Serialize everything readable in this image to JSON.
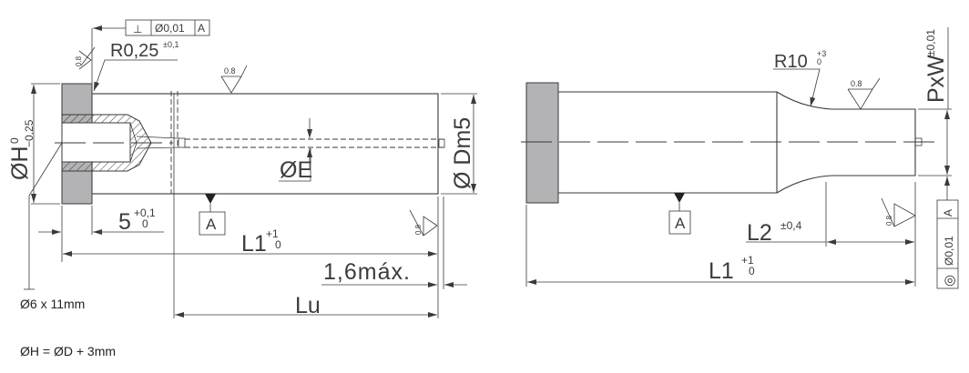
{
  "left_view": {
    "perpendicularity_frame": {
      "symbol": "⊥",
      "tolerance": "Ø0,01",
      "datum": "A"
    },
    "radius": {
      "value": "R0,25",
      "tolerance": "±0,1"
    },
    "surface_finish": "0.8",
    "ejector_diameter": "ØE",
    "shaft_diameter": "Ø Dm5",
    "head_diameter": {
      "label": "ØH",
      "upper": "0",
      "lower": "−0,25"
    },
    "datum": "A",
    "head_thickness": {
      "value": "5",
      "upper": "+0,1",
      "lower": "0"
    },
    "total_length": {
      "value": "L1",
      "upper": "+1",
      "lower": "0"
    },
    "max_note": "1,6máx.",
    "usable_length": "Lu"
  },
  "right_view": {
    "radius": {
      "value": "R10",
      "upper": "+3",
      "lower": "0"
    },
    "surface_finish": "0.8",
    "section": {
      "value": "PxW",
      "tolerance": "±0,01"
    },
    "concentricity_frame": {
      "symbol": "◎",
      "tolerance": "Ø0,01",
      "datum": "A"
    },
    "datum": "A",
    "tip_length": {
      "value": "L2",
      "tolerance": "±0,4"
    },
    "total_length": {
      "value": "L1",
      "upper": "+1",
      "lower": "0"
    }
  },
  "notes": {
    "hole": "Ø6 x 11mm",
    "formula": "ØH = ØD + 3mm"
  }
}
